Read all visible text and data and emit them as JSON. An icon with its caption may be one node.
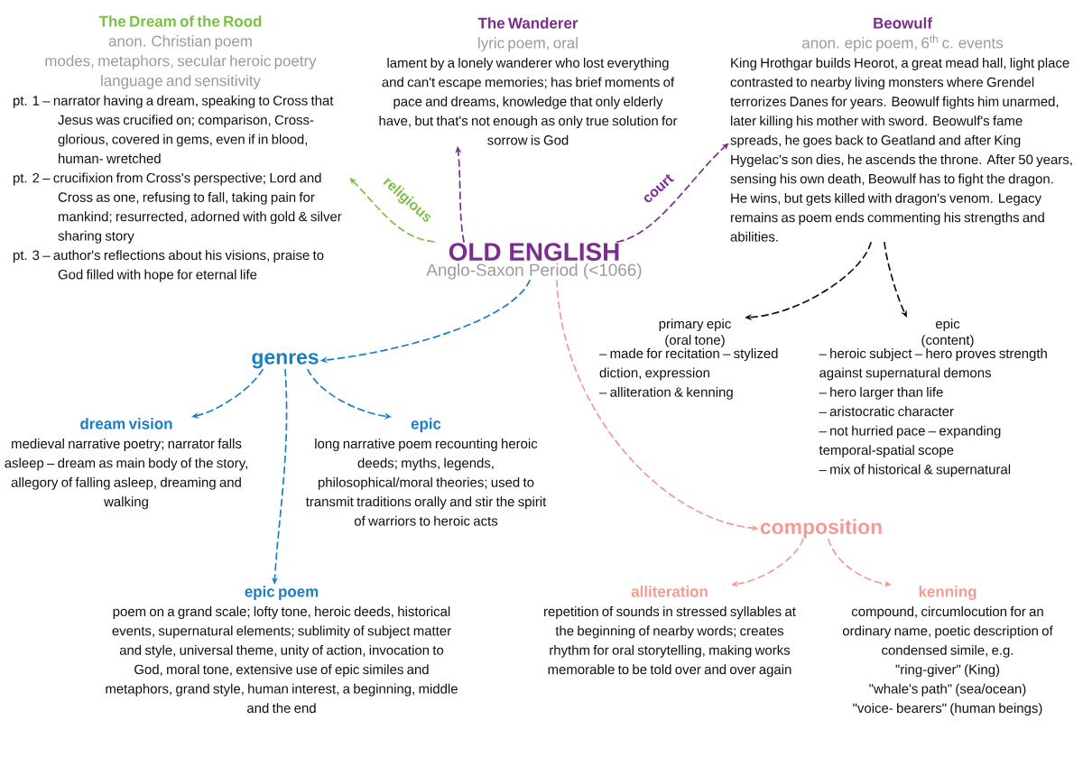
{
  "diagram": {
    "nodes": [
      {
        "text": [
          "OLD ENGLISH",
          "Anglo-Saxon Period (<1066)"
        ]
      },
      {
        "text": [
          "The Dream of the Rood",
          "anon. Christian poem",
          "modes, metaphors, secular heroic poetry language and sensitivity",
          "pt. 1 – narrator having a dream, speaking to Cross that Jesus was crucified on; comparison, Cross- glorious, covered in gems, even if in blood, human- wretched",
          "pt. 2 – crucifixion from Cross's perspective; Lord and Cross as one, refusing to fall, taking pain for mankind; resurrected, adorned with gold & silver sharing story",
          "pt. 3 – author's reflections about his visions, praise to God filled with hope for eternal life"
        ]
      },
      {
        "text": [
          "The Wanderer",
          "lyric poem, oral",
          "lament by a lonely wanderer who lost everything and can't escape memories; has brief moments of pace and dreams, knowledge that only elderly have, but that's not enough as only true solution for sorrow is God"
        ]
      },
      {
        "text": [
          "Beowulf",
          "anon. epic poem, 6$^{th}$ c. events",
          "King Hrothgar builds Heorot, a great mead hall, light place contrasted to nearby living monsters where Grendel terrorizes Danes for years. Beowulf fights him unarmed, later killing his mother with sword. Beowulf's fame spreads, he goes back to Geatland and after King Hygelac's son dies, he ascends the throne. After 50 years, sensing his own death, Beowulf has to fight the dragon. He wins, but gets killed with dragon's venom. Legacy remains as poem ends commenting his strengths and abilities."
        ]
      },
      {
        "text": [
          "primary epic (oral tone)",
          "– made for recitation – stylized diction, expression",
          "– alliteration & kenning"
        ]
      },
      {
        "text": [
          "epic (content)",
          "– heroic subject – hero proves strength against supernatural demons",
          "– hero larger than life",
          "– aristocratic character",
          "– not hurried pace – expanding temporal-spatial scope",
          "– mix of historical & supernatural"
        ]
      },
      {
        "text": [
          "genres"
        ]
      },
      {
        "text": [
          "dream vision",
          "medieval narrative poetry; narrator falls asleep – dream as main body of the story, allegory of falling asleep, dreaming and walking"
        ]
      },
      {
        "text": [
          "epic",
          "long narrative poem recounting heroic deeds; myths, legends, philosophical/moral theories; used to transmit traditions orally and stir the spirit of warriors to heroic acts"
        ]
      },
      {
        "text": [
          "epic poem",
          "poem on a grand scale; lofty tone, heroic deeds, historical events, supernatural elements; sublimity of subject matter and style, universal theme, unity of action, invocation to God, moral tone, extensive use of epic similes and metaphors, grand style, human interest, a beginning, middle and the end"
        ]
      },
      {
        "text": [
          "composition"
        ]
      },
      {
        "text": [
          "alliteration",
          "repetition of sounds in stressed syllables at the beginning of nearby words; creates rhythm for oral storytelling, making works memorable to be told over and over again"
        ]
      },
      {
        "text": [
          "kenning",
          "compound, circumlocution for an ordinary name, poetic description of condensed simile, e.g.",
          "\"ring-giver\" (King)",
          "\"whale's path\" (sea/ocean)",
          "\"voice- bearers\" (human beings)"
        ]
      }
    ],
    "edges": [
      {
        "from": 0,
        "to": 1,
        "arrow": "to",
        "label": "religious",
        "style": "dashed",
        "color": "#7ac143"
      },
      {
        "from": 0,
        "to": 2,
        "arrow": "to",
        "style": "dashed",
        "color": "#7b2d8e"
      },
      {
        "from": 0,
        "to": 3,
        "arrow": "to",
        "label": "court",
        "style": "dashed",
        "color": "#7b2d8e"
      },
      {
        "from": 3,
        "to": 4,
        "arrow": "to",
        "style": "dashed",
        "color": "#111111"
      },
      {
        "from": 3,
        "to": 5,
        "arrow": "to",
        "style": "dashed",
        "color": "#111111"
      },
      {
        "from": 0,
        "to": 6,
        "arrow": "to",
        "style": "dashed",
        "color": "#1b7ec2"
      },
      {
        "from": 6,
        "to": 7,
        "arrow": "to",
        "style": "dashed",
        "color": "#1b7ec2"
      },
      {
        "from": 6,
        "to": 8,
        "arrow": "to",
        "style": "dashed",
        "color": "#1b7ec2"
      },
      {
        "from": 6,
        "to": 9,
        "arrow": "to",
        "style": "dashed",
        "color": "#1b7ec2"
      },
      {
        "from": 0,
        "to": 10,
        "arrow": "to",
        "style": "dashed",
        "color": "#f59a92"
      },
      {
        "from": 10,
        "to": 11,
        "arrow": "to",
        "style": "dashed",
        "color": "#f59a92"
      },
      {
        "from": 10,
        "to": 12,
        "arrow": "to",
        "style": "dashed",
        "color": "#f59a92"
      }
    ]
  }
}
